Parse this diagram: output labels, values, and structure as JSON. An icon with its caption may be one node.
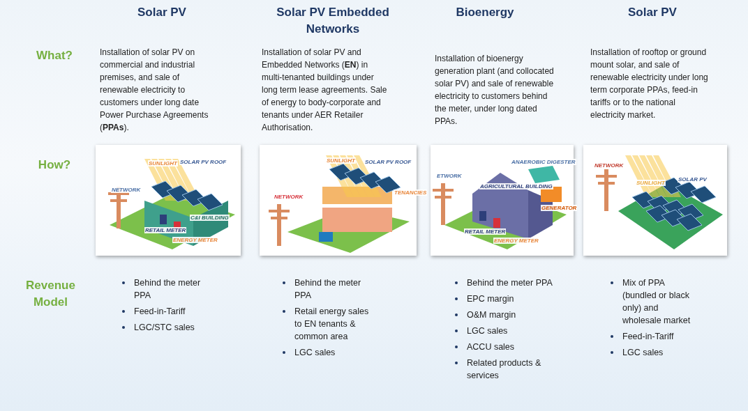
{
  "diagram": {
    "nodes": [
      {
        "text": [
          "NETWORK",
          "SUNLIGHT",
          "SOLAR PV ROOF",
          "C&I BUILDING",
          "RETAIL METER",
          "ENERGY METER"
        ]
      },
      {
        "text": [
          "NETWORK",
          "SUNLIGHT",
          "SOLAR PV ROOF",
          "TENANCIES"
        ]
      },
      {
        "text": [
          "ETWORK",
          "ANAEROBIC DIGESTER",
          "AGRICULTURAL BUILDING",
          "GENERATOR",
          "RETAIL METER",
          "ENERGY METER"
        ]
      },
      {
        "text": [
          "NETWORK",
          "SUNLIGHT",
          "SOLAR PV"
        ]
      }
    ],
    "labels": [
      "Solar PV",
      "Solar PV Embedded Networks",
      "Bioenergy",
      "Solar PV",
      "What?",
      "Installation of solar PV on commercial and industrial premises, and sale of renewable electricity to customers under long date Power Purchase Agreements (**PPAs**).",
      "Installation of solar PV and Embedded Networks (**EN**) in multi-tenanted buildings under long term lease agreements. Sale of energy to body-corporate and tenants under AER Retailer Authorisation.",
      "Installation of bioenergy generation plant (and collocated solar PV) and sale of renewable electricity to customers behind the meter, under long dated PPAs.",
      "Installation of rooftop or ground mount solar, and sale of renewable electricity under long term corporate PPAs, feed-in tariffs or to the national electricity market.",
      "How?",
      "Revenue Model",
      "Behind the meter PPA",
      "Feed-in-Tariff",
      "LGC/STC sales",
      "Behind the meter PPA",
      "Retail energy sales to EN tenants & common area",
      "LGC sales",
      "Behind the meter PPA",
      "EPC margin",
      "O&M margin",
      "LGC sales",
      "ACCU sales",
      "Related products & services",
      "Mix of PPA (bundled or black only) and wholesale market",
      "Feed-in-Tariff",
      "LGC sales"
    ]
  }
}
